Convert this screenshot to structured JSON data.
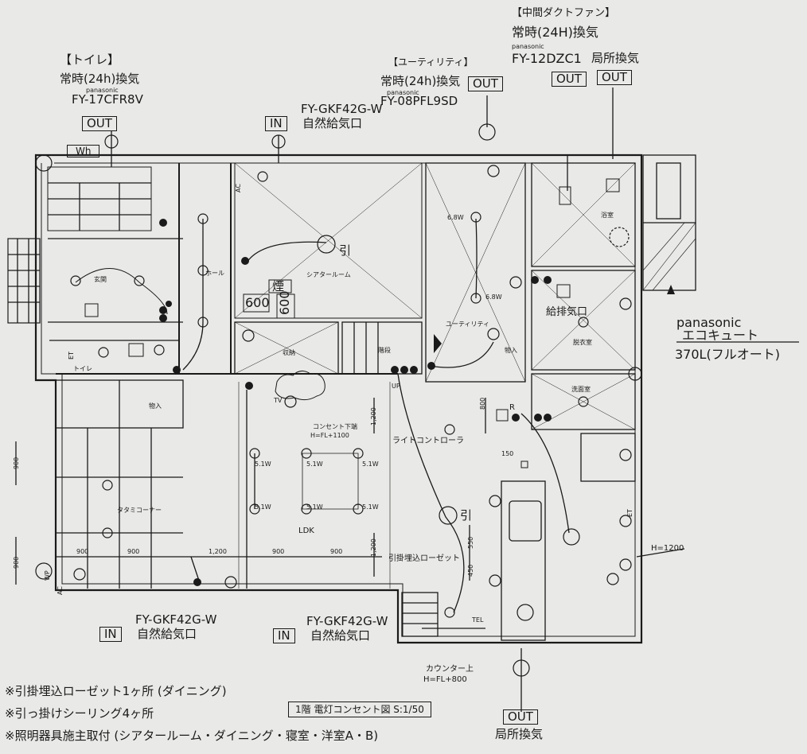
{
  "fans": {
    "toilet": {
      "header": "【トイレ】",
      "mode": "常時(24h)換気",
      "maker": "panasonic",
      "model": "FY-17CFR8V",
      "tag": "OUT"
    },
    "utility": {
      "header": "【ユーティリティ】",
      "mode": "常時(24h)換気",
      "maker": "panasonic",
      "model": "FY-08PFL9SD",
      "tag": "OUT"
    },
    "middle_duct": {
      "header": "【中間ダクトファン】",
      "mode": "常時(24H)換気",
      "maker": "panasonic",
      "model": "FY-12DZC1",
      "tag": "OUT"
    },
    "local_top": {
      "label": "局所換気",
      "tag": "OUT"
    },
    "local_bottom": {
      "label": "局所換気",
      "tag": "OUT"
    }
  },
  "inlets": {
    "top": {
      "model": "FY-GKF42G-W",
      "tag": "IN",
      "label": "自然給気口"
    },
    "bottom_left": {
      "model": "FY-GKF42G-W",
      "tag": "IN",
      "label": "自然給気口"
    },
    "bottom_mid": {
      "model": "FY-GKF42G-W",
      "tag": "IN",
      "label": "自然給気口"
    }
  },
  "ecocute": {
    "maker": "panasonic",
    "name": "エコキュート",
    "capacity": "370L(フルオート)"
  },
  "rooms": {
    "wh": "Wh",
    "entrance": "玄関",
    "hall": "ホール",
    "toilet": "トイレ",
    "theater": "シアタールーム",
    "storage": "収納",
    "stairs": "階段",
    "utility": "ユーティリティ",
    "bath": "浴室",
    "dressing": "脱衣室",
    "washroom": "洗面室",
    "closet_in": "物入",
    "ldk": "LDK",
    "tatami": "タタミコーナー",
    "shoes": "物入"
  },
  "labels": {
    "hiki": "引",
    "kemuri": "煙",
    "smoke_600_a": "600",
    "smoke_600_b": "600",
    "kyuhai": "給排気口",
    "outlet_note1": "コンセント下端",
    "outlet_note2": "H=FL+1100",
    "light_ctrl": "ライトコントローラ",
    "hikikake": "引掛埋込ローゼット",
    "counter1": "カウンター上",
    "counter2": "H=FL+800",
    "h1200": "H=1200",
    "r": "R",
    "up": "UP",
    "tv": "TV",
    "tel": "TEL",
    "et": "ET",
    "ac": "AC",
    "wp": "WP"
  },
  "wattage": {
    "w68": "6.8W",
    "w51": "5.1W"
  },
  "dims": {
    "d900": "900",
    "d1200": "1,200",
    "d800": "800",
    "d150": "150",
    "d550": "550",
    "d450": "450"
  },
  "notes": [
    "※引掛埋込ローゼット1ヶ所 (ダイニング)",
    "※引っ掛けシーリング4ヶ所",
    "※照明器具施主取付 (シアタールーム・ダイニング・寝室・洋室A・B)"
  ],
  "drawing_title": "1階 電灯コンセント図 S:1/50"
}
